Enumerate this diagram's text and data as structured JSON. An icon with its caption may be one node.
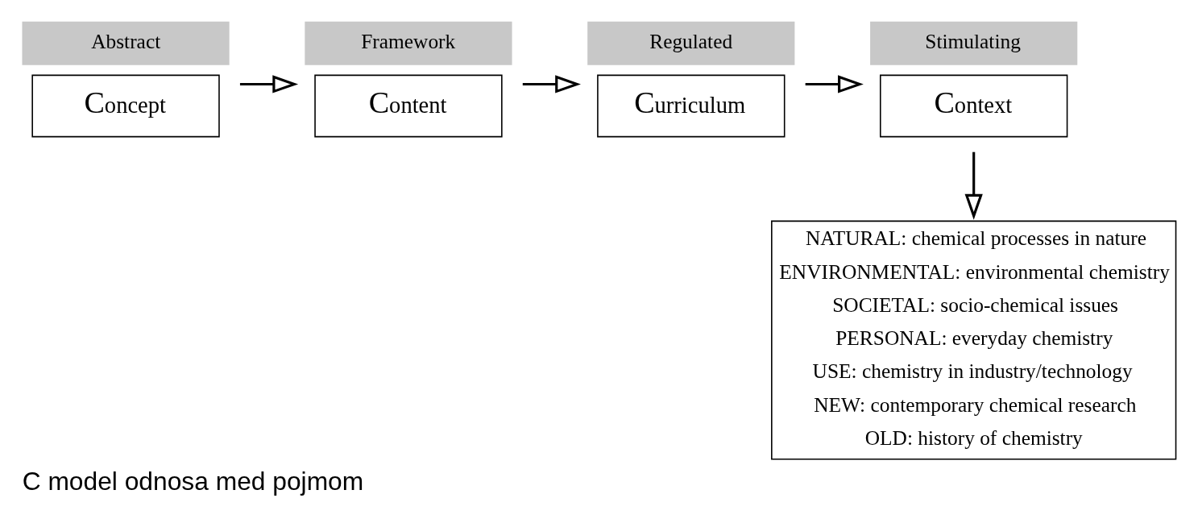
{
  "diagram": {
    "caption": "C model odnosa med pojmom",
    "nodes": [
      {
        "text": [
          "Abstract",
          "Concept"
        ]
      },
      {
        "text": [
          "Framework",
          "Content"
        ]
      },
      {
        "text": [
          "Regulated",
          "Curriculum"
        ]
      },
      {
        "text": [
          "Stimulating",
          "Context"
        ]
      },
      {
        "text": [
          "NATURAL: chemical processes in nature",
          "ENVIRONMENTAL: environmental chemistry",
          "SOCIETAL: socio-chemical issues",
          "PERSONAL: everyday chemistry",
          "USE: chemistry in industry/technology",
          "NEW: contemporary chemical research",
          "OLD: history of chemistry"
        ]
      }
    ],
    "edges": [
      {
        "from": 0,
        "to": 1,
        "arrow": "to"
      },
      {
        "from": 1,
        "to": 2,
        "arrow": "to"
      },
      {
        "from": 2,
        "to": 3,
        "arrow": "to"
      },
      {
        "from": 3,
        "to": 4,
        "arrow": "to"
      }
    ]
  }
}
